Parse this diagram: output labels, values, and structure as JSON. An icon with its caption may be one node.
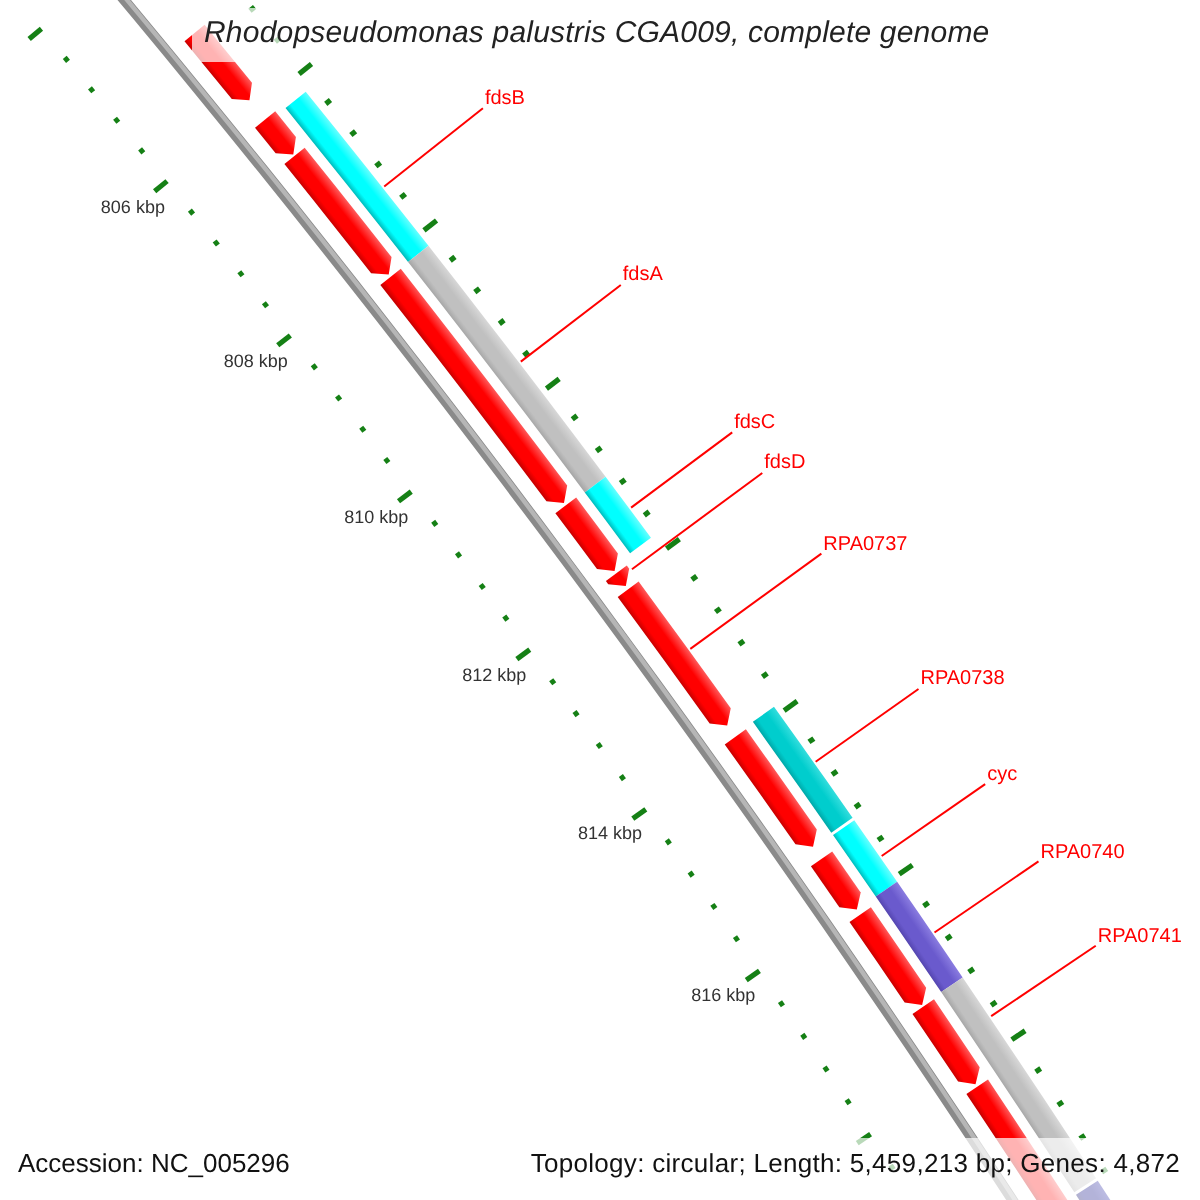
{
  "diagram": {
    "title": "Rhodopseudomonas palustris CGA009, complete genome",
    "nodes": [
      {
        "text": [
          "fdsB"
        ]
      },
      {
        "text": [
          "fdsA"
        ]
      },
      {
        "text": [
          "fdsC"
        ]
      },
      {
        "text": [
          "fdsD"
        ]
      },
      {
        "text": [
          "RPA0737"
        ]
      },
      {
        "text": [
          "RPA0738"
        ]
      },
      {
        "text": [
          "cyc"
        ]
      },
      {
        "text": [
          "RPA0740"
        ]
      },
      {
        "text": [
          "RPA0741"
        ]
      },
      {
        "text": [],
        "shape": "bar"
      },
      {
        "text": [],
        "shape": "bar"
      },
      {
        "text": [],
        "shape": "bar"
      },
      {
        "text": [],
        "shape": "bar"
      },
      {
        "text": [],
        "shape": "bar"
      },
      {
        "text": [],
        "shape": "bar"
      },
      {
        "text": [],
        "shape": "bar"
      },
      {
        "text": [],
        "shape": "bar"
      },
      {
        "text": [],
        "shape": "bar"
      },
      {
        "text": [],
        "shape": "bar"
      },
      {
        "text": [],
        "shape": "bar"
      },
      {
        "text": [],
        "shape": "bar"
      },
      {
        "text": [],
        "shape": "bar"
      },
      {
        "text": [],
        "shape": "bar"
      },
      {
        "text": [],
        "shape": "bar"
      },
      {
        "text": [],
        "shape": "bar"
      },
      {
        "text": [],
        "shape": "bar"
      },
      {
        "text": [],
        "shape": "bar"
      },
      {
        "text": [],
        "shape": "bar"
      },
      {
        "text": [],
        "shape": "bar"
      }
    ],
    "edges": [
      {
        "from": 0,
        "to": 21,
        "arrow": "none"
      },
      {
        "from": 1,
        "to": 22,
        "arrow": "none"
      },
      {
        "from": 2,
        "to": 23,
        "arrow": "none"
      },
      {
        "from": 3,
        "to": 14,
        "arrow": "none"
      },
      {
        "from": 4,
        "to": 15,
        "arrow": "none"
      },
      {
        "from": 5,
        "to": 24,
        "arrow": "none"
      },
      {
        "from": 6,
        "to": 25,
        "arrow": "none"
      },
      {
        "from": 7,
        "to": 26,
        "arrow": "none"
      },
      {
        "from": 8,
        "to": 27,
        "arrow": "none"
      }
    ],
    "labels": [
      "806 kbp",
      "808 kbp",
      "810 kbp",
      "812 kbp",
      "814 kbp",
      "816 kbp",
      "Accession: NC_005296",
      "Topology: circular; Length: 5,459,213 bp; Genes: 4,872"
    ]
  }
}
